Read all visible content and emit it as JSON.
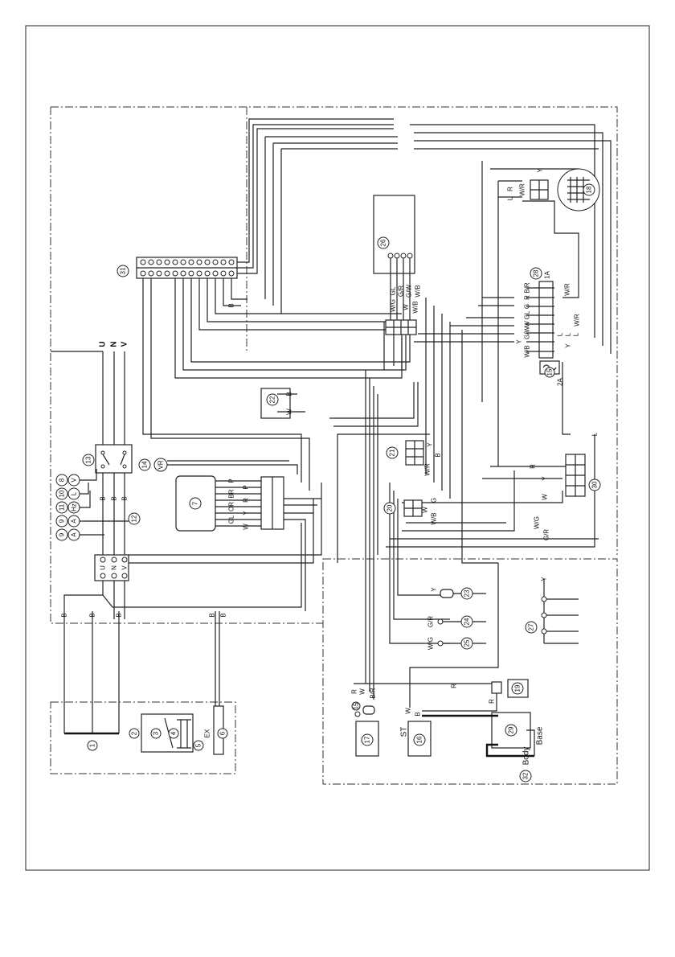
{
  "components": {
    "c1": "1",
    "c2": "2",
    "c3": "3",
    "c4": "4",
    "c5": "5",
    "c6": "6",
    "c7": "7",
    "c8": "8",
    "c9a": "9",
    "c9b": "9",
    "c10": "10",
    "c11": "11",
    "c12": "12",
    "c13": "13",
    "c14": "14",
    "c15": "15",
    "c16": "16",
    "c17": "17",
    "c18": "18",
    "c19": "19",
    "c20": "20",
    "c21": "21",
    "c22": "22",
    "c23": "23",
    "c24": "24",
    "c25": "25",
    "c26": "26",
    "c27": "27",
    "c28": "28",
    "c29": "29",
    "c30": "30",
    "c31": "31",
    "c32": "32"
  },
  "terminals": {
    "u": "U",
    "n": "N",
    "v": "V"
  },
  "meters": {
    "volt": "V",
    "lamp": "L",
    "hz": "Hz",
    "amp1": "A",
    "amp2": "A",
    "vr": "VR",
    "ex": "EX"
  },
  "fuses": {
    "f1": "1A",
    "f2": "2A"
  },
  "ground": {
    "body": "Body",
    "base": "Base"
  },
  "starter_terminal": "ST",
  "bus_labels": {
    "b1": "B",
    "b2": "B",
    "b3": "B",
    "b4": "B",
    "b5": "B",
    "b6": "B",
    "b7": "B",
    "b8": "B",
    "b9": "B"
  },
  "wire_labels_7": [
    "P",
    "P",
    "BR",
    "R",
    "OR",
    "Y",
    "GL",
    "W"
  ],
  "wire_labels_26": [
    "GL",
    "W/G",
    "G/R",
    "W",
    "G/W",
    "W/B",
    "W/B"
  ],
  "wire_labels_28": [
    "B/R",
    "R",
    "G",
    "GL",
    "W",
    "G/W",
    "Y",
    "W/B"
  ],
  "wire_labels_28_right": [
    "W/R",
    "W/R",
    "L",
    "L",
    "L",
    "Y"
  ],
  "wire_labels_misc": {
    "r18": "R",
    "l18": "L",
    "y18": "Y",
    "wr18": "W/R",
    "w22": "W",
    "b22": "B",
    "y21": "Y",
    "wr21": "W/R",
    "b21": "B",
    "g20": "G",
    "w20": "W",
    "wb20": "W/B",
    "r30": "R",
    "y30": "Y",
    "w30": "W",
    "l30": "L",
    "wg": "W/G",
    "gr": "G/R",
    "y27": "Y",
    "y23": "Y",
    "gr24": "G/R",
    "wg25": "W/G",
    "r19": "R",
    "r19b": "R",
    "r17": "R",
    "w17": "W",
    "br17": "B/R",
    "w16": "W",
    "b16": "B"
  }
}
